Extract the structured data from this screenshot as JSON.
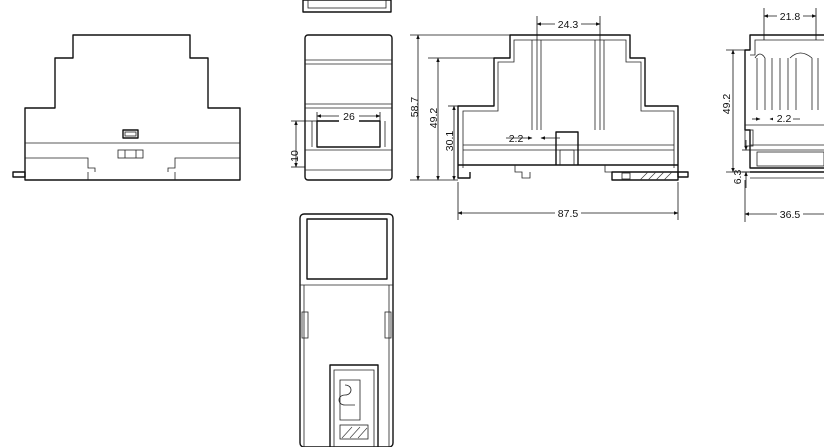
{
  "dimensions": {
    "top_width": "24.3",
    "right_top_width": "21.8",
    "overall_height": "58.7",
    "body_height_front": "49.2",
    "body_height_right": "49.2",
    "clip_height": "30.1",
    "slot_width": "2.2",
    "right_slot_width": "2.2",
    "overall_length": "87.5",
    "right_depth": "36.5",
    "rail_height": "6.3",
    "window_width": "26",
    "window_height": "10"
  }
}
